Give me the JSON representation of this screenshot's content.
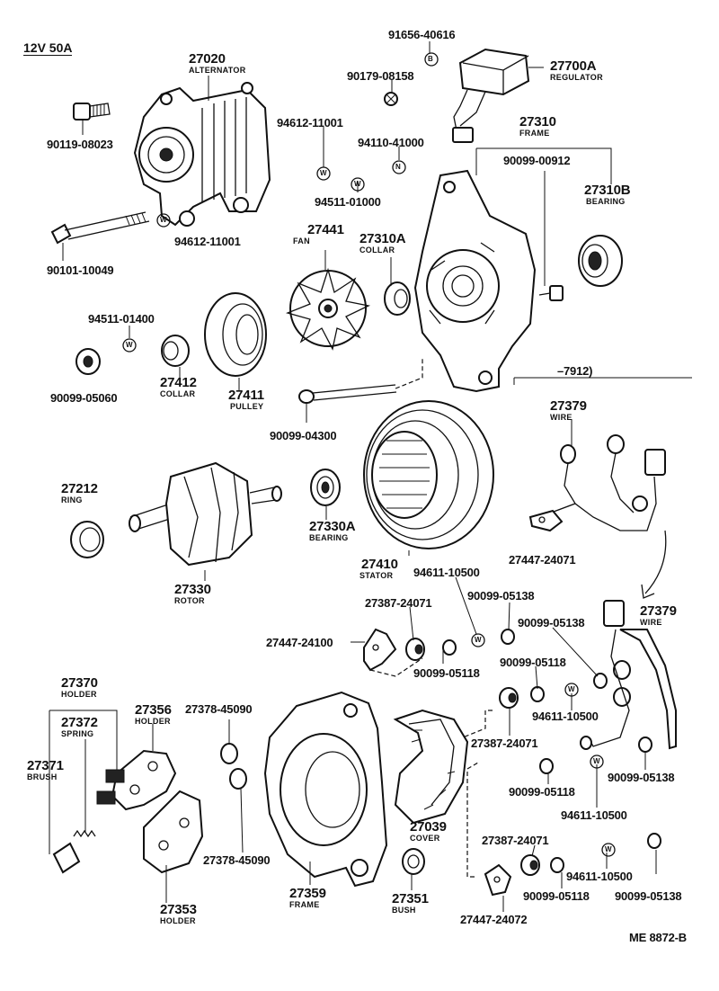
{
  "title": "12V 50A",
  "ref": "ME 8872-B",
  "note_range": "–7912)",
  "symbols": {
    "w": "W",
    "b": "B",
    "n": "N"
  },
  "labels": {
    "p27020": "27020",
    "n27020": "ALTERNATOR",
    "p90119_08023": "90119-08023",
    "p94612_11001a": "94612-11001",
    "p94612_11001b": "94612-11001",
    "p90101_10049": "90101-10049",
    "p91656_40616": "91656-40616",
    "p90179_08158": "90179-08158",
    "p27700A": "27700A",
    "n27700A": "REGULATOR",
    "p94110_41000": "94110-41000",
    "p94511_01000": "94511-01000",
    "p27310": "27310",
    "n27310": "FRAME",
    "p90099_00912": "90099-00912",
    "p27310B": "27310B",
    "n27310B": "BEARING",
    "p27441": "27441",
    "n27441": "FAN",
    "p27310A": "27310A",
    "n27310A": "COLLAR",
    "p94511_01400": "94511-01400",
    "p90099_05060": "90099-05060",
    "p27412": "27412",
    "n27412": "COLLAR",
    "p27411": "27411",
    "n27411": "PULLEY",
    "p90099_04300": "90099-04300",
    "p27379a": "27379",
    "n27379a": "WIRE",
    "p27212": "27212",
    "n27212": "RING",
    "p27330A": "27330A",
    "n27330A": "BEARING",
    "p27410": "27410",
    "n27410": "STATOR",
    "p27447_24071": "27447-24071",
    "p27330": "27330",
    "n27330": "ROTOR",
    "p94611_10500a": "94611-10500",
    "p27387_24071a": "27387-24071",
    "p90099_05138a": "90099-05138",
    "p27447_24100": "27447-24100",
    "p90099_05138b": "90099-05138",
    "p27379b": "27379",
    "n27379b": "WIRE",
    "p90099_05118a": "90099-05118",
    "p90099_05118b": "90099-05118",
    "p27370": "27370",
    "n27370": "HOLDER",
    "p27356": "27356",
    "n27356": "HOLDER",
    "p27378_45090a": "27378-45090",
    "p27372": "27372",
    "n27372": "SPRING",
    "p94611_10500b": "94611-10500",
    "p27387_24071b": "27387-24071",
    "p27371": "27371",
    "n27371": "BRUSH",
    "p90099_05138c": "90099-05138",
    "p90099_05118c": "90099-05118",
    "p94611_10500c": "94611-10500",
    "p27039": "27039",
    "n27039": "COVER",
    "p27387_24071c": "27387-24071",
    "p27378_45090b": "27378-45090",
    "p94611_10500d": "94611-10500",
    "p27359": "27359",
    "n27359": "FRAME",
    "p27351": "27351",
    "n27351": "BUSH",
    "p90099_05118d": "90099-05118",
    "p90099_05138d": "90099-05138",
    "p27353": "27353",
    "n27353": "HOLDER",
    "p27447_24072": "27447-24072"
  }
}
